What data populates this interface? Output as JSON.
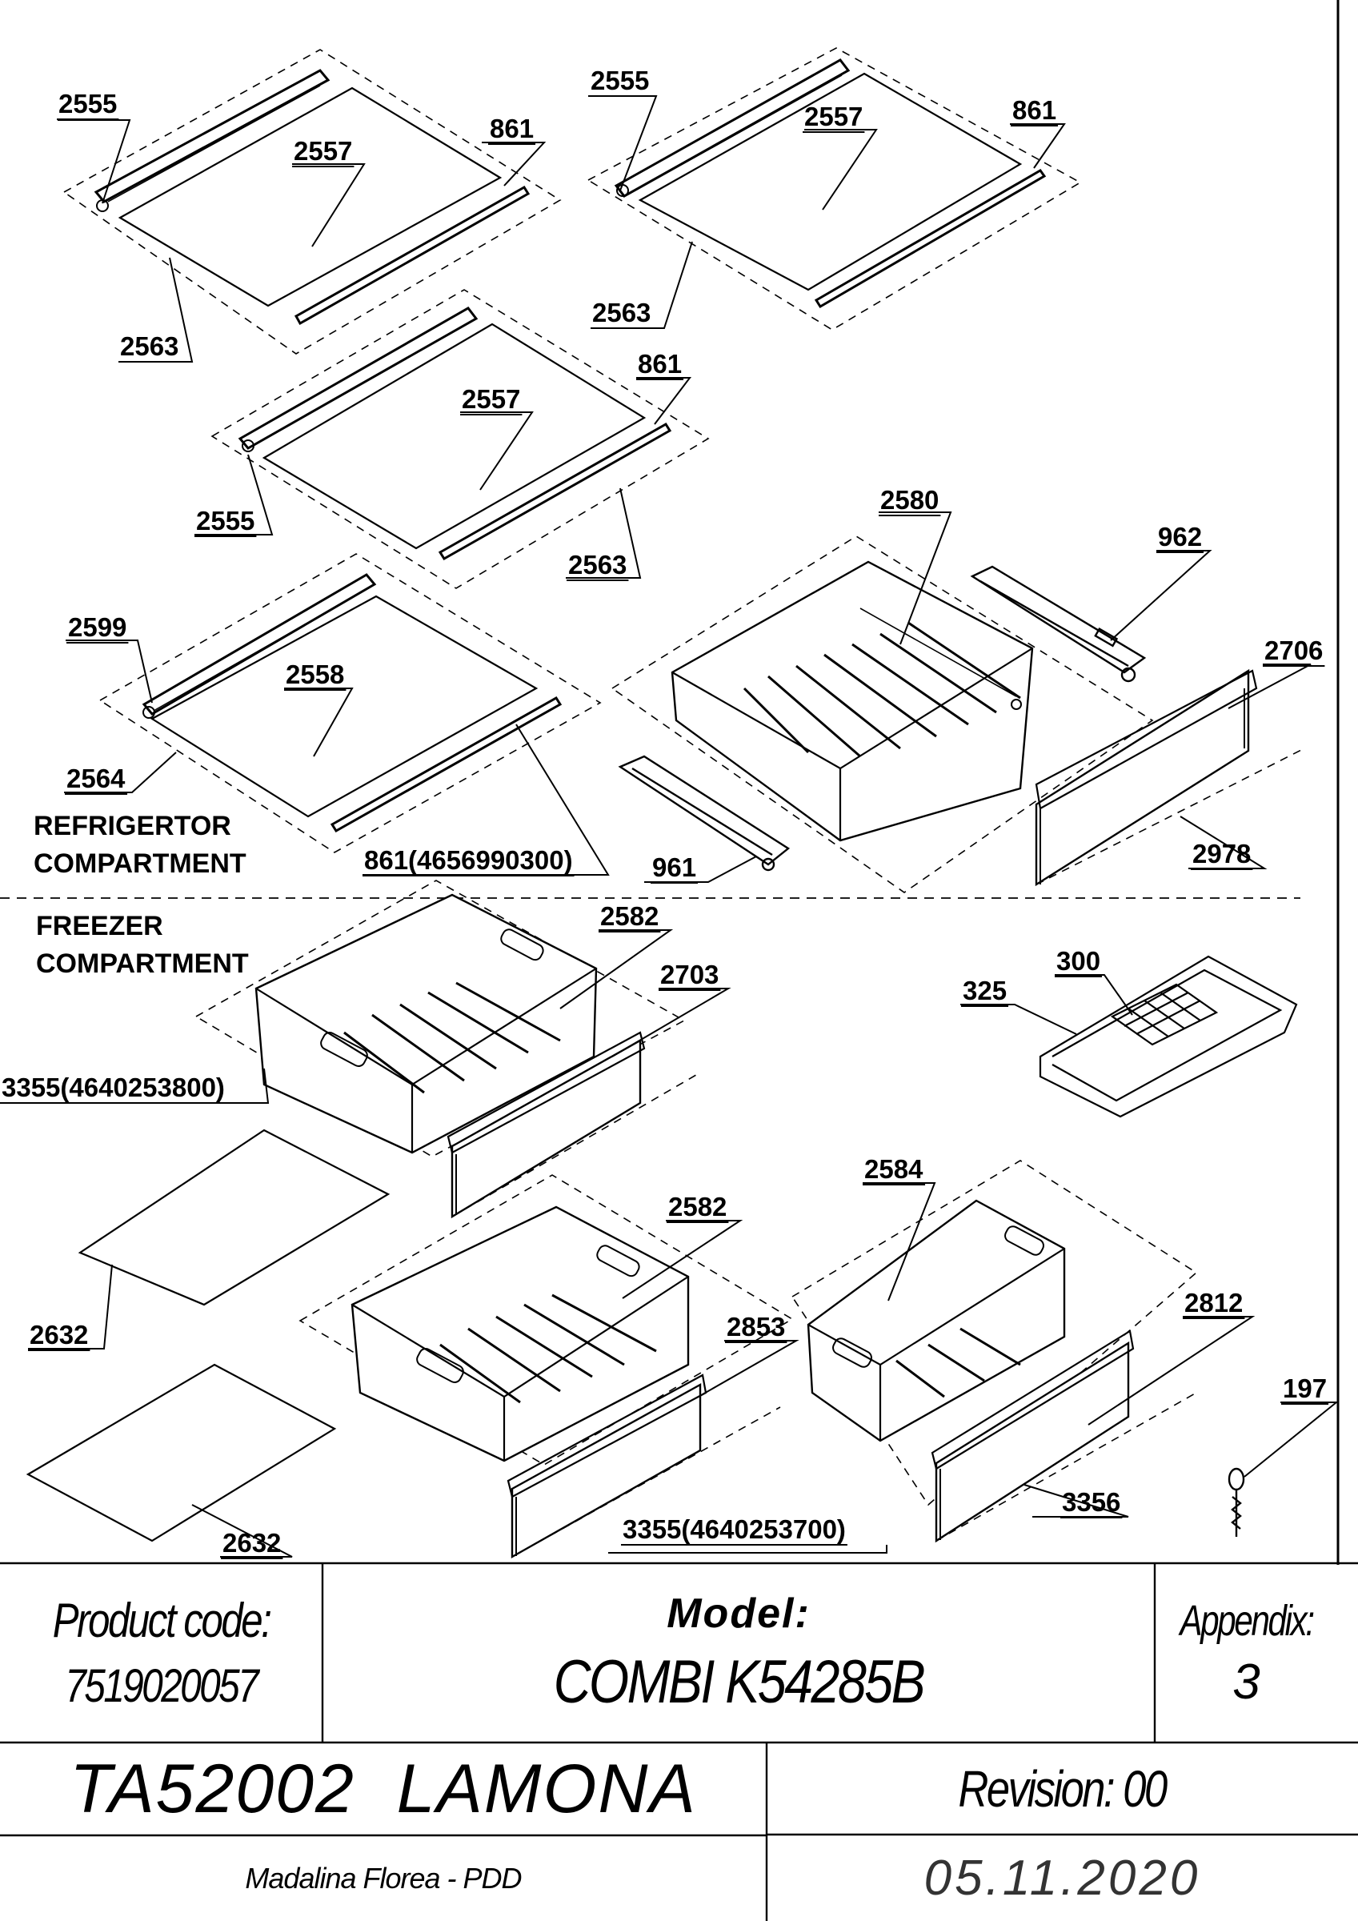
{
  "labels": {
    "l2555a": "2555",
    "l2557a": "2557",
    "l861a": "861",
    "l2563a": "2563",
    "l2555b": "2555",
    "l2557b": "2557",
    "l861b": "861",
    "l2563b": "2563",
    "l861c": "861",
    "l2557c": "2557",
    "l2555c": "2555",
    "l2563c": "2563",
    "l2580": "2580",
    "l962": "962",
    "l2706": "2706",
    "l2599": "2599",
    "l2558": "2558",
    "l2564": "2564",
    "l861d": "861(4656990300)",
    "l961": "961",
    "l2978": "2978",
    "l2582a": "2582",
    "l2703": "2703",
    "l3355a": "3355(4640253800)",
    "l325": "325",
    "l300": "300",
    "l2584": "2584",
    "l2582b": "2582",
    "l2853": "2853",
    "l2812": "2812",
    "l2632a": "2632",
    "l197": "197",
    "l3356": "3356",
    "l2632b": "2632",
    "l3355b": "3355(4640253700)"
  },
  "compartments": {
    "fridge_line1": "REFRIGERTOR",
    "fridge_line2": "COMPARTMENT",
    "freezer_line1": "FREEZER",
    "freezer_line2": "COMPARTMENT"
  },
  "title_block": {
    "product_code_label": "Product code:",
    "product_code_value": "7519020057",
    "model_label": "Model:",
    "model_value": "COMBI K54285B",
    "appendix_label": "Appendix:",
    "appendix_value": "3",
    "brand": "TA52002  LAMONA",
    "revision": "Revision: 00",
    "author": "Madalina Florea - PDD",
    "date": "05.11.2020"
  }
}
